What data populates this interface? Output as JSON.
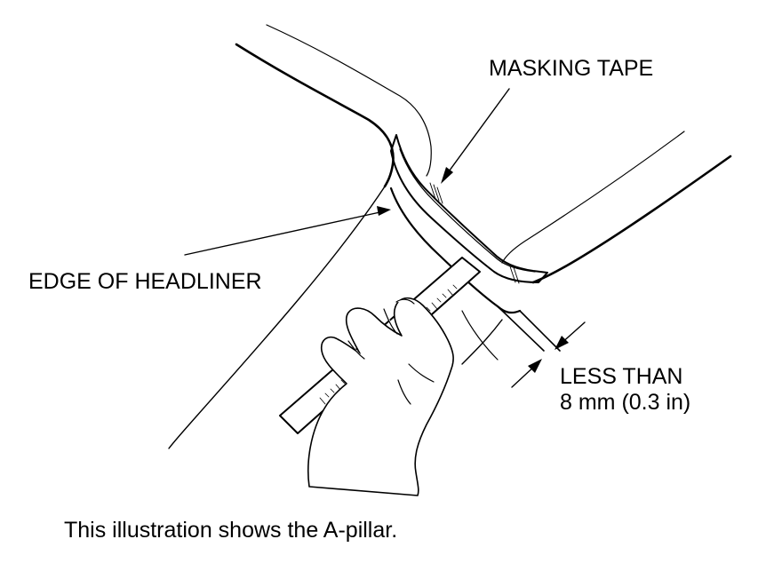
{
  "labels": {
    "masking_tape": "MASKING TAPE",
    "edge_of_headliner": "EDGE OF HEADLINER",
    "less_than_line1": "LESS THAN",
    "less_than_line2": "8 mm (0.3 in)"
  },
  "caption": "This illustration shows the A-pillar.",
  "colors": {
    "ink": "#000000",
    "paper": "#ffffff"
  },
  "icons": [
    "hand-icon",
    "ruler-icon",
    "dimension-arrow-icon"
  ]
}
